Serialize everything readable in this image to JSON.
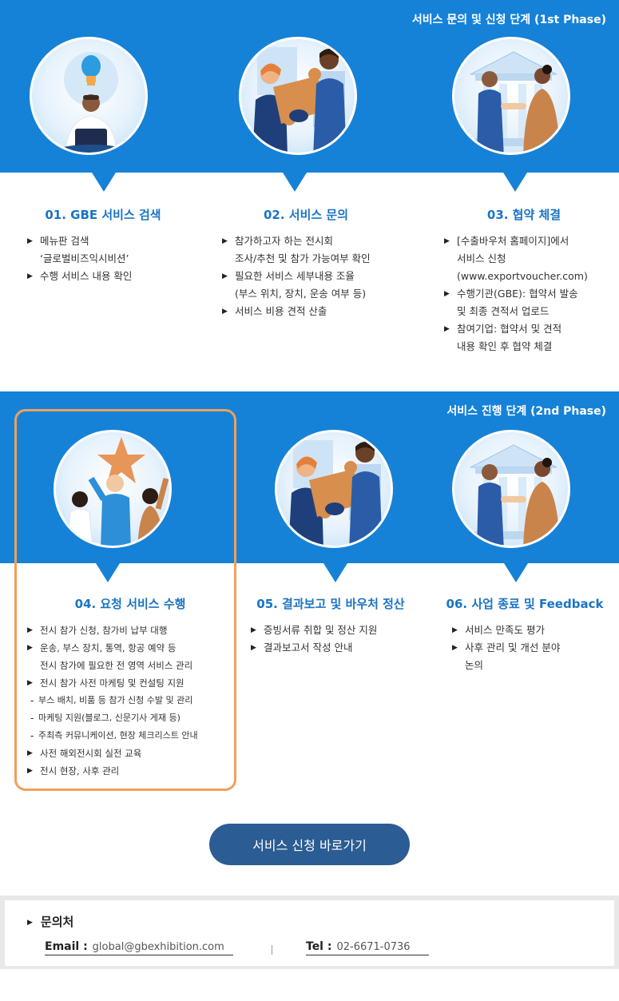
{
  "phase1": {
    "label": "서비스 문의 및 신청 단계 (1st Phase)",
    "steps": [
      {
        "title": "01. GBE 서비스 검색",
        "items": [
          {
            "text": "메뉴판 검색",
            "line2": "‘글로벌비즈익시비션’"
          },
          {
            "text": "수행 서비스 내용 확인"
          }
        ]
      },
      {
        "title": "02. 서비스 문의",
        "items": [
          {
            "text": "참가하고자 하는 전시회",
            "line2": "조사/추천 및 참가 가능여부 확인"
          },
          {
            "text": "필요한 서비스 세부내용 조율",
            "line2": "(부스 위치, 장치, 운송 여부 등)"
          },
          {
            "text": "서비스 비용 견적 산출"
          }
        ]
      },
      {
        "title": "03. 협약 체결",
        "items": [
          {
            "text": "[수출바우처 홈페이지]에서",
            "line2": "서비스 신청",
            "line3": "(www.exportvoucher.com)"
          },
          {
            "text": "수행기관(GBE): 협약서 발송",
            "line2": "및 최종 견적서 업로드"
          },
          {
            "text": "참여기업: 협약서 및 견적",
            "line2": "내용 확인 후 협약 체결"
          }
        ]
      }
    ]
  },
  "phase2": {
    "label": "서비스 진행 단계 (2nd Phase)",
    "steps": [
      {
        "title": "04. 요청 서비스 수행",
        "items": [
          {
            "text": "전시 참가 신청, 참가비 납부 대행"
          },
          {
            "text": "운송, 부스 장치, 통역, 항공 예약 등",
            "line2": "전시 참가에 필요한 전 영역 서비스 관리"
          },
          {
            "text": "전시 참가 사전 마케팅 및 컨설팅 지원"
          },
          {
            "text": "부스 배치, 비품 등 참가 신청 수발 및 관리",
            "sub": true
          },
          {
            "text": "마케팅 지원(블로그, 신문기사 게재 등)",
            "sub": true
          },
          {
            "text": "주최측 커뮤니케이션, 현장 체크리스트 안내",
            "sub": true
          },
          {
            "text": "사전 해외전시회 실전 교육"
          },
          {
            "text": "전시 현장, 사후 관리"
          }
        ]
      },
      {
        "title": "05. 결과보고 및 바우처 정산",
        "items": [
          {
            "text": "증빙서류 취합 및 정산 지원"
          },
          {
            "text": "결과보고서 작성 안내"
          }
        ]
      },
      {
        "title": "06. 사업 종료 및 Feedback",
        "items": [
          {
            "text": "서비스 만족도 평가"
          },
          {
            "text": "사후 관리 및 개선 분야",
            "line2": "논의"
          }
        ]
      }
    ]
  },
  "cta": {
    "label": "서비스 신청 바로가기"
  },
  "contact": {
    "title": "문의처",
    "email_label": "Email :",
    "email": "global@gbexhibition.com",
    "tel_label": "Tel :",
    "tel": "02-6671-0736"
  },
  "colors": {
    "band": "#1582d8",
    "title": "#1b74c5",
    "highlight": "#f0a05a",
    "cta": "#2b5c93"
  },
  "icons": [
    "lightbulb-laptop-person-illustration",
    "puzzle-handshake-illustration",
    "bank-handshake-illustration",
    "star-team-celebration-illustration"
  ]
}
